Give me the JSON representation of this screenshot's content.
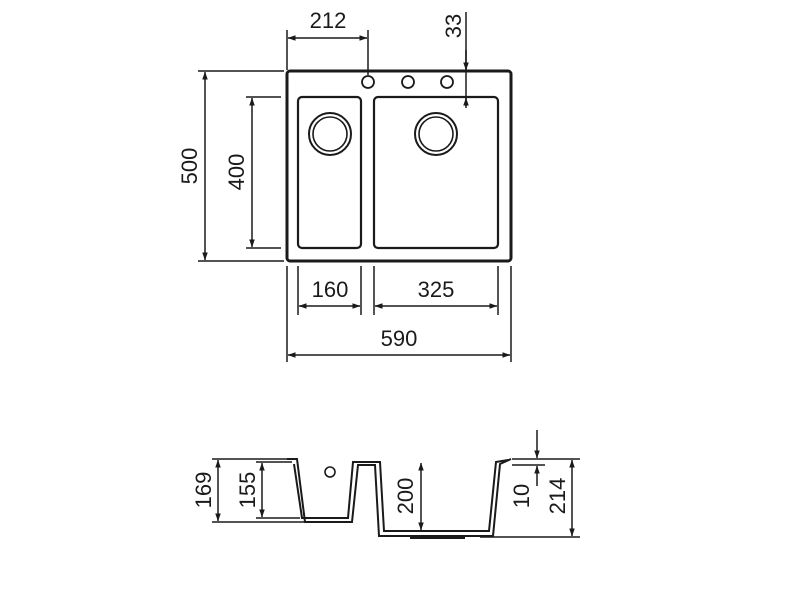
{
  "plan_view": {
    "dims": {
      "tap_offset": "212",
      "edge_to_tap": "33",
      "overall_depth": "500",
      "bowl_depth": "400",
      "small_bowl_width": "160",
      "large_bowl_width": "325",
      "overall_width": "590"
    }
  },
  "section_view": {
    "dims": {
      "small_overall": "169",
      "small_depth": "155",
      "large_depth": "200",
      "rim": "10",
      "large_overall": "214"
    }
  }
}
